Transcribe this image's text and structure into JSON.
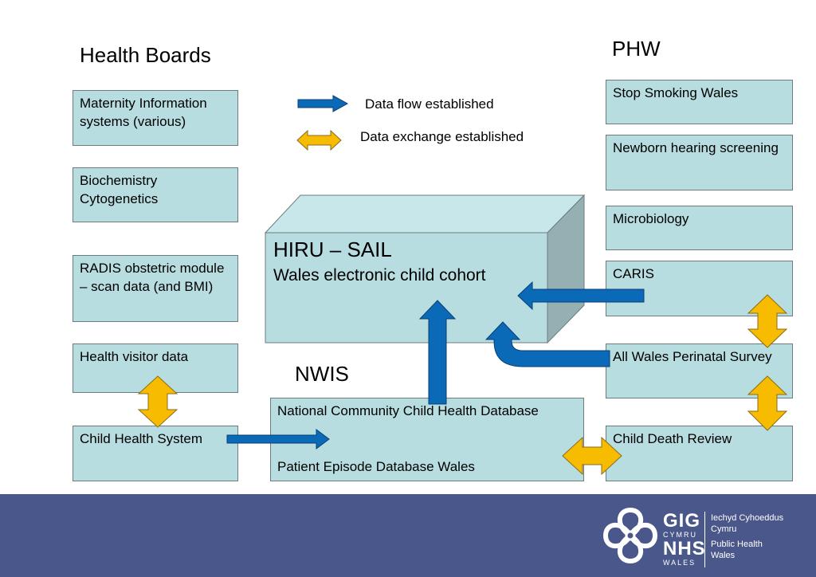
{
  "headings": {
    "health_boards": "Health Boards",
    "phw": "PHW",
    "nwis": "NWIS"
  },
  "legend": {
    "flow": "Data flow established",
    "exchange": "Data exchange established"
  },
  "health_boards": {
    "maternity": "Maternity Information systems (various)",
    "biochemistry": "Biochemistry Cytogenetics",
    "radis": "RADIS obstetric module – scan data (and BMI)",
    "health_visitor": "Health visitor data",
    "child_health": "Child Health System"
  },
  "phw": {
    "stop_smoking": "Stop Smoking Wales",
    "newborn_hearing": "Newborn hearing screening",
    "microbiology": "Microbiology",
    "caris": "CARIS",
    "perinatal": "All Wales Perinatal Survey",
    "child_death": "Child Death Review"
  },
  "hiru": {
    "title": "HIRU – SAIL",
    "subtitle": "Wales electronic child cohort"
  },
  "nwis": {
    "ncchd": "National Community Child Health Database",
    "pedw": "Patient Episode Database Wales"
  },
  "logo": {
    "gig": "GIG",
    "cymru": "CYMRU",
    "nhs": "NHS",
    "wales": "WALES",
    "welsh_name_1": "Iechyd Cyhoeddus",
    "welsh_name_2": "Cymru",
    "english_name_1": "Public Health",
    "english_name_2": "Wales"
  },
  "colors": {
    "box_fill": "#b8dde1",
    "flow_arrow": "#0a6ab8",
    "exchange_arrow": "#f7bc00",
    "footer": "#4a578a"
  }
}
